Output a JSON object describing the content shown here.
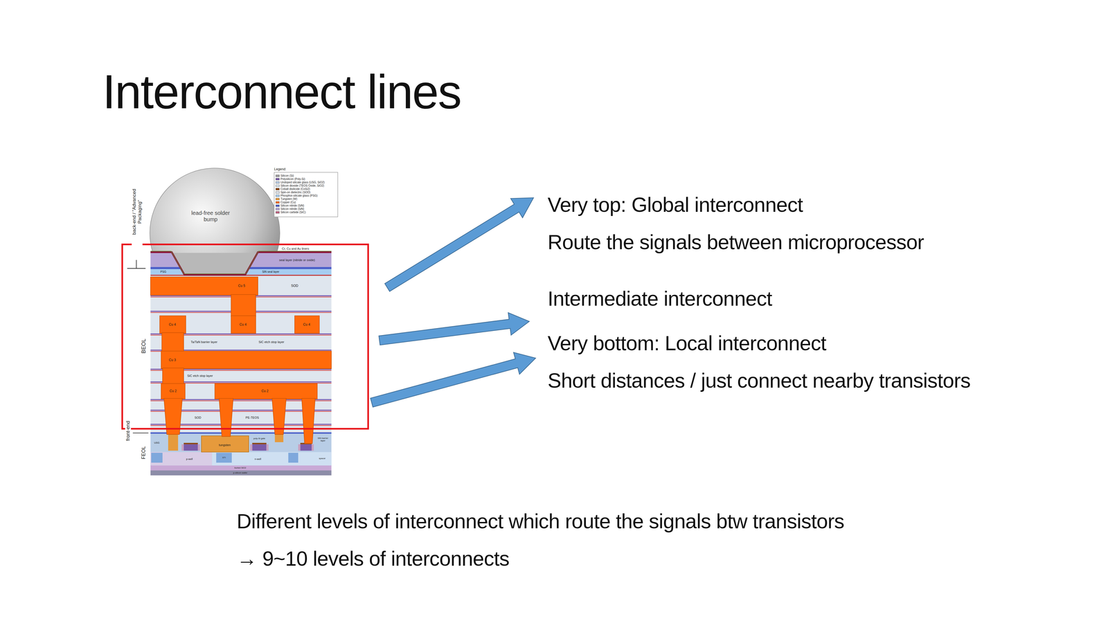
{
  "diagram": {
    "title": "Interconnect lines",
    "labels": [
      "back-end / \"Advanced Packaging\"",
      "BEOL",
      "front-end",
      "FEOL",
      "lead-free solder bump",
      "Legend:",
      "Cr, Cu and Au liners",
      "seal layer (nitride or oxide)",
      "SiN seal layer",
      "PSG",
      "Cu 5",
      "SOD",
      "Cu 4",
      "Cu 4",
      "Cu 4",
      "Ta/TaN barrier layer",
      "SiC etch stop layer",
      "Cu 3",
      "SiC etch stop layer",
      "Cu 2",
      "Cu 2",
      "SOD",
      "PE-TEOS",
      "USG",
      "tungsten",
      "poly-Si gate",
      "SiN barrier layer",
      "p-well",
      "n-well",
      "STI",
      "spacer",
      "buried SiO2",
      "p-silicon wafer",
      "Very top: Global interconnect",
      "Route the signals between microprocessor",
      "Intermediate interconnect",
      "Very bottom: Local interconnect",
      "Short distances / just connect nearby transistors",
      "Different levels of interconnect which route the signals btw transistors",
      "→ 9~10 levels of interconnects"
    ],
    "legend": [
      {
        "text": "Silicon (Si)",
        "color": "#9e9e9e"
      },
      {
        "text": "Polysilicon (Poly-Si)",
        "color": "#7a5aa8"
      },
      {
        "text": "Undoped silicate glass (USG, SiO2)",
        "color": "#b8cde6"
      },
      {
        "text": "Silicon dioxide (TEOS Oxide, SiO2)",
        "color": "#d6e4f0"
      },
      {
        "text": "Cobalt disilicide (CoSi2)",
        "color": "#8b4513"
      },
      {
        "text": "Spin-on dielectric (SOD)",
        "color": "#dfe6ee"
      },
      {
        "text": "Phosphor-silicate glass (PSG)",
        "color": "#a6cdf0"
      },
      {
        "text": "Tungsten (W)",
        "color": "#e69a3c"
      },
      {
        "text": "Copper (Cu)",
        "color": "#ff6a0a"
      },
      {
        "text": "Silicon nitride (SiN)",
        "color": "#4a5ec8"
      },
      {
        "text": "Silicon nitride (SiN)",
        "color": "#b6a6d6"
      },
      {
        "text": "Silicon carbide (SiC)",
        "color": "#c06080"
      }
    ]
  }
}
